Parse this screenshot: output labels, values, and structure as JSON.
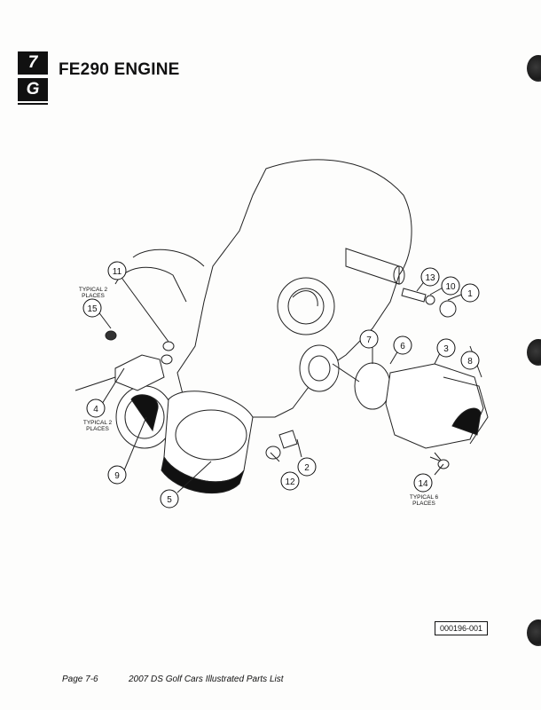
{
  "header": {
    "section_number": "7",
    "section_letter": "G",
    "title": "FE290 ENGINE"
  },
  "diagram": {
    "callouts": [
      "1",
      "2",
      "3",
      "4",
      "5",
      "6",
      "7",
      "8",
      "9",
      "10",
      "11",
      "12",
      "13",
      "14",
      "15"
    ],
    "notes": {
      "typical_2_places_upper": [
        "TYPICAL 2",
        "PLACES"
      ],
      "typical_2_places_lower": [
        "TYPICAL 2",
        "PLACES"
      ],
      "typical_6_places": [
        "TYPICAL 6",
        "PLACES"
      ]
    },
    "reference_number": "000196-001"
  },
  "footer": {
    "page": "Page 7-6",
    "document": "2007 DS Golf Cars Illustrated Parts List"
  }
}
